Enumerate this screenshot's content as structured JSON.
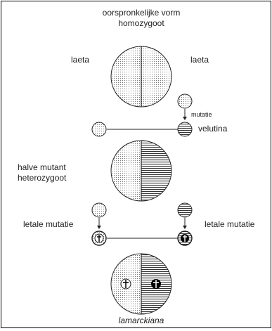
{
  "labels": {
    "title_line1": "oorspronkelijke vorm",
    "title_line2": "homozygoot",
    "left_laeta": "laeta",
    "right_laeta": "laeta",
    "mutation": "mutatie",
    "velutina": "velutina",
    "half_mutant_line1": "halve mutant",
    "half_mutant_line2": "heterozygoot",
    "lethal_left": "letale mutatie",
    "lethal_right": "letale mutatie",
    "lamarckiana": "lamarckiana"
  },
  "fills": {
    "laeta": "dotted",
    "velutina": "horizontal-stripes"
  },
  "colors": {
    "dot_pattern": "#555555",
    "stripe_pattern": "#333333",
    "line": "#222222",
    "cross_dark_bg": "#000000"
  },
  "icons": [
    "cross-icon"
  ]
}
